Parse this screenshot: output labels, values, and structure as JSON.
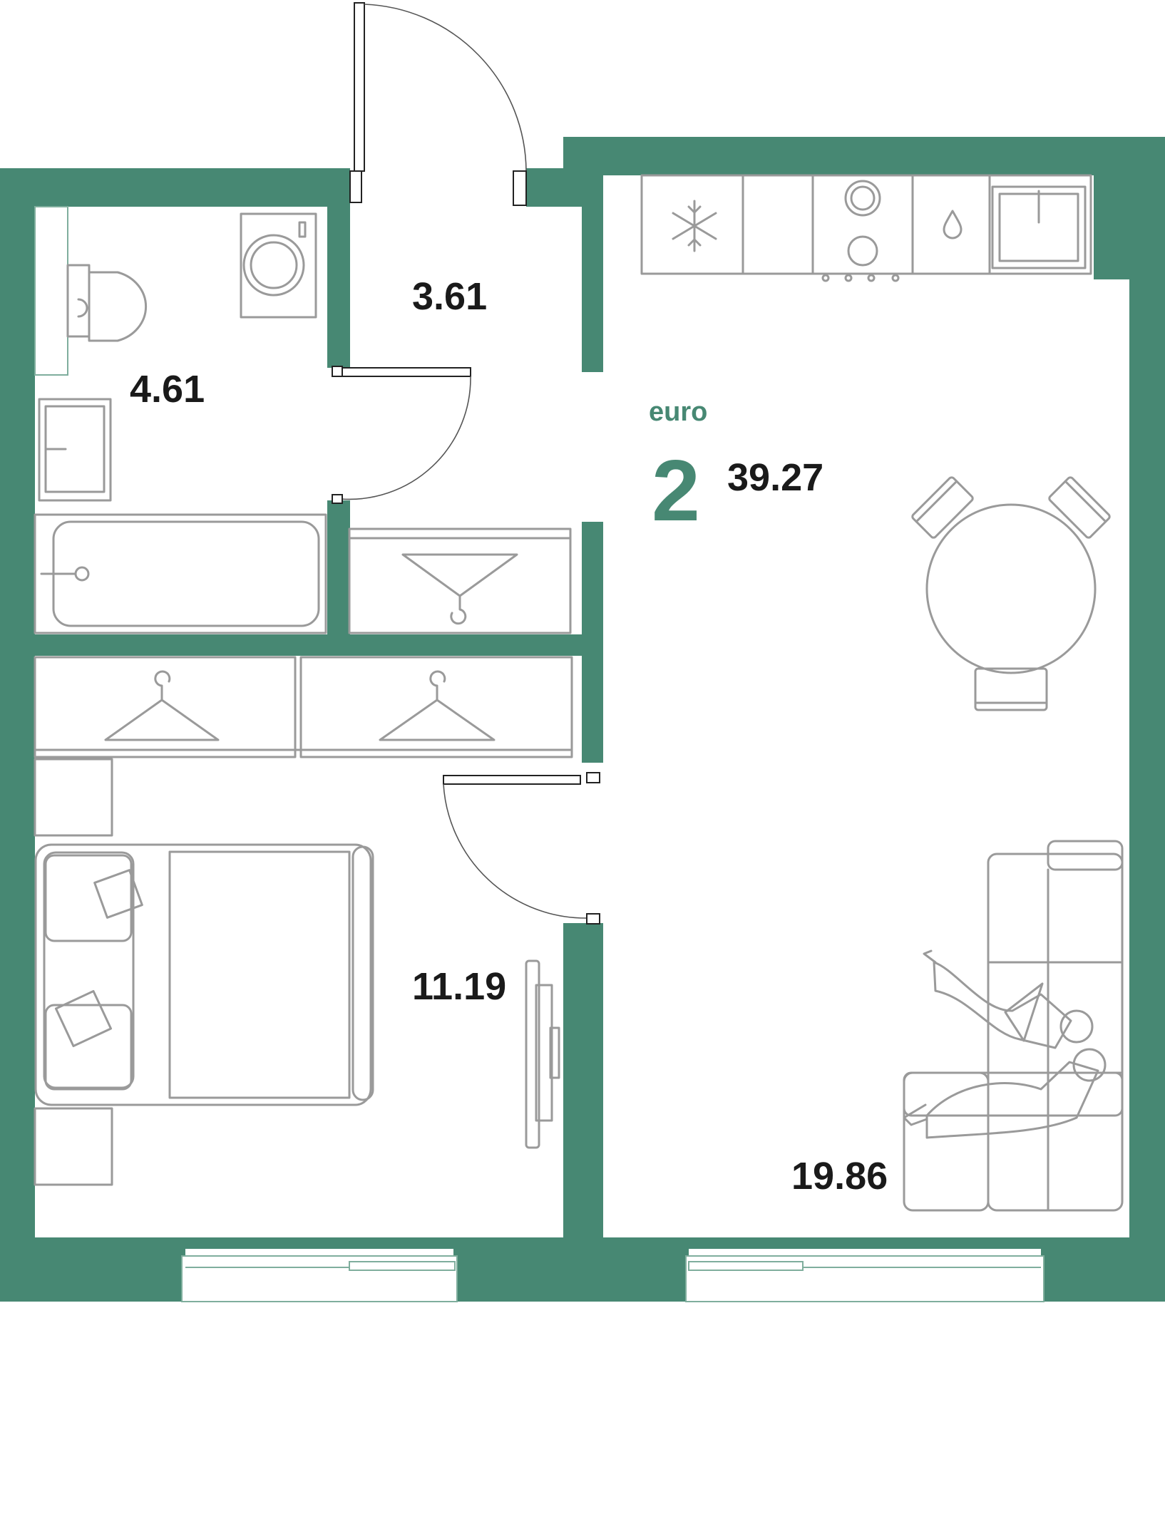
{
  "plan": {
    "apartment_type": "euro",
    "rooms": "2",
    "total_area": "39.27",
    "room_areas": {
      "hall": "3.61",
      "bathroom": "4.61",
      "bedroom": "11.19",
      "living_kitchen": "19.86"
    }
  },
  "colors": {
    "wall": "#478873",
    "furniture": "#9a9a9a",
    "text": "#1a1a1a",
    "accent": "#478873"
  },
  "icons": [
    "snowflake-icon",
    "water-drop-icon",
    "hanger-icon",
    "washing-machine-icon",
    "toilet-icon",
    "bathtub-icon",
    "bed-icon",
    "sofa-icon",
    "dining-table-icon",
    "tv-icon"
  ]
}
